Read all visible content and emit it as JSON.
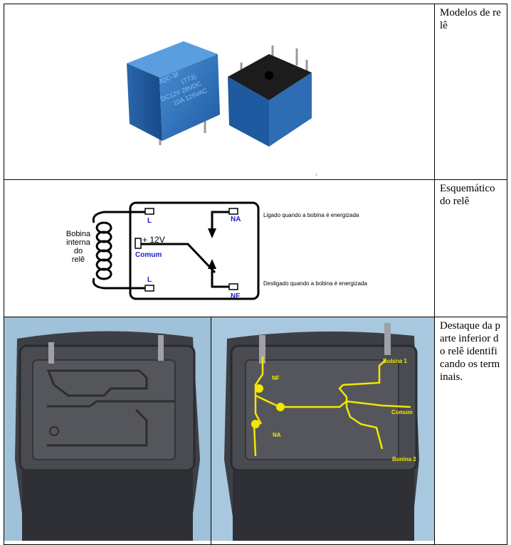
{
  "rows": [
    {
      "caption": "Modelos de relê"
    },
    {
      "caption": "Esquemático do relê"
    },
    {
      "caption": "Destaque da parte inferior do relê identificando os terminais."
    }
  ],
  "relay_print": {
    "line1": "JQC-3F",
    "line2": "(T73)",
    "line3": "DC12V  28VDC",
    "line4": "10A 125VAC"
  },
  "schematic": {
    "coil_label": [
      "Bobina",
      "interna",
      "do",
      "relê"
    ],
    "pin_L_top": "L",
    "pin_L_bottom": "L",
    "pin_NA": "NA",
    "pin_NF": "NF",
    "supply": "+ 12V",
    "common": "Comum",
    "note_on": "Ligado quando a bobina é energizada",
    "note_off": "Desligado quando a bobina é energizada"
  },
  "photo_labels": {
    "bobina1": "Bobina 1",
    "bobina2": "Bonina 2",
    "nf": "NF",
    "na": "NA",
    "comum": "Comum"
  },
  "colors": {
    "relay_blue": "#2f6fb5",
    "trace_yellow": "#f2e800",
    "label_blue": "#1a1ad0"
  }
}
